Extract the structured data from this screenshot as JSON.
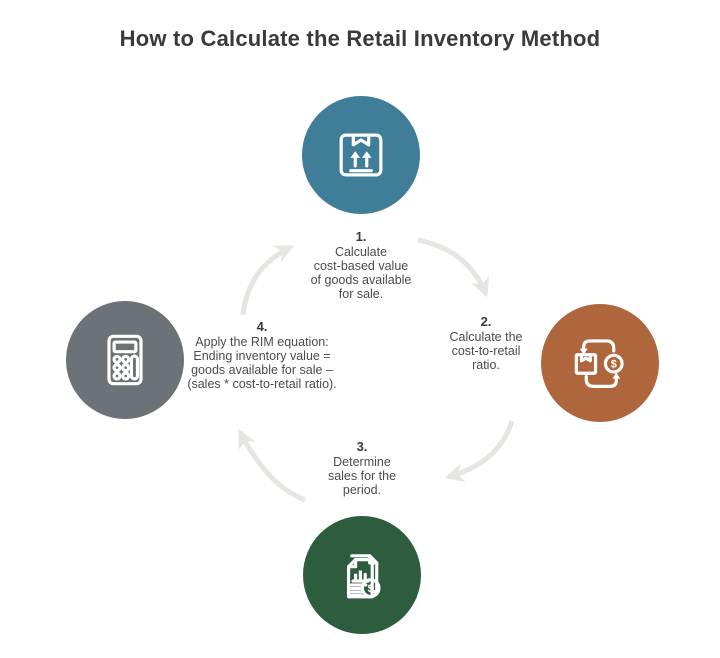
{
  "title": "How to Calculate the Retail Inventory Method",
  "colors": {
    "background": "#ffffff",
    "title_text": "#3b3a39",
    "step_text": "#4c4b4a",
    "arrow": "#e6e5e1",
    "icon_stroke": "#ffffff"
  },
  "steps": [
    {
      "number": "1.",
      "text": "Calculate\ncost-based value\nof goods available\nfor sale.",
      "icon": "package-up-arrows-icon",
      "color": "#3f7d99"
    },
    {
      "number": "2.",
      "text": "Calculate the\ncost-to-retail\nratio.",
      "icon": "box-dollar-exchange-icon",
      "color": "#af663c"
    },
    {
      "number": "3.",
      "text": "Determine\nsales for the\nperiod.",
      "icon": "sales-report-dollar-icon",
      "color": "#2d5c3e"
    },
    {
      "number": "4.",
      "text": "Apply the RIM equation:\nEnding inventory value =\ngoods available for sale –\n(sales * cost-to-retail ratio).",
      "icon": "calculator-icon",
      "color": "#6d7278"
    }
  ],
  "dollar_glyph": "$"
}
